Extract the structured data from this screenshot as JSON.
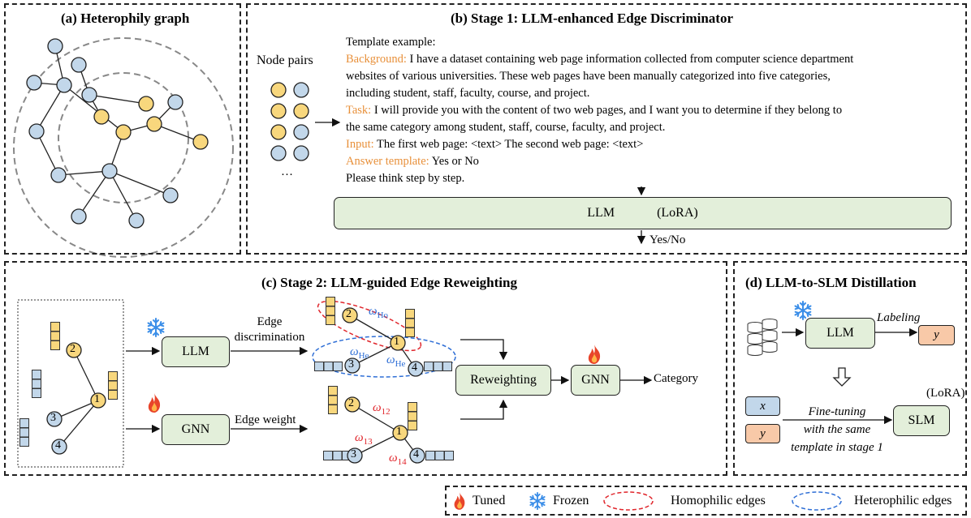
{
  "panel_a": {
    "title": "(a) Heterophily graph"
  },
  "panel_b": {
    "title": "(b) Stage 1: LLM-enhanced Edge Discriminator",
    "node_pairs_label": "Node pairs",
    "ellipsis": "…",
    "template_heading": "Template example:",
    "background_label": "Background:",
    "background_line1": " I have a dataset containing web page information collected from computer science department",
    "background_line2": "websites of various universities. These web pages have been manually categorized into five categories,",
    "background_line3": "including student, staff, faculty, course, and project.",
    "task_label": "Task:",
    "task_line1": " I will provide you with the content of two web pages, and I want you to determine if they belong to",
    "task_line2": "the same category among student, staff, course, faculty, and project.",
    "input_label": "Input:",
    "input_text": " The first web page: <text>  The second web page: <text>",
    "answer_label": "Answer template:",
    "answer_text": " Yes or No",
    "step_text": "Please think step by step.",
    "llm_label": "LLM",
    "lora_label": "(LoRA)",
    "output_label": "Yes/No"
  },
  "panel_c": {
    "title": "(c) Stage 2: LLM-guided Edge Reweighting",
    "llm_label": "LLM",
    "gnn_label": "GNN",
    "edge_disc_line1": "Edge",
    "edge_disc_line2": "discrimination",
    "edge_weight_label": "Edge weight",
    "reweighting_label": "Reweighting",
    "gnn2_label": "GNN",
    "category_label": "Category",
    "omega_ho": "ωHo",
    "omega_he": "ωHe",
    "omega_12": "ω12",
    "omega_13": "ω13",
    "omega_14": "ω14",
    "node_labels": [
      "1",
      "2",
      "3",
      "4"
    ]
  },
  "panel_d": {
    "title": "(d) LLM-to-SLM Distillation",
    "llm_label": "LLM",
    "labeling_label": "Labeling",
    "y_label": "y",
    "x_label": "x",
    "finetune_line1": "Fine-tuning",
    "finetune_line2": "with the same",
    "finetune_line3": "template in stage 1",
    "slm_label": "SLM",
    "lora_label": "(LoRA)"
  },
  "legend": {
    "tuned": "Tuned",
    "frozen": "Frozen",
    "homophilic": "Homophilic edges",
    "heterophilic": "Heterophilic edges"
  },
  "colors": {
    "yellow_node": "#f8d77d",
    "blue_node": "#c2d7ea",
    "box_green": "#e3efda",
    "orange_text": "#e8903a",
    "blue_text": "#2f6fd6",
    "red_text": "#e0252b",
    "peach_box": "#f8c9a8",
    "blue_box": "#c2d7ea"
  }
}
